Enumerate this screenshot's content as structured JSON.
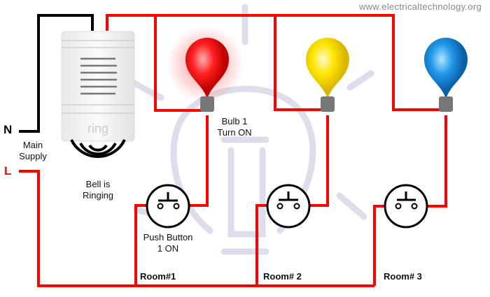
{
  "website": "www.electricaltechnology.org",
  "supply": {
    "neutral": "N",
    "live": "L",
    "label": "Main\nSupply"
  },
  "bell": {
    "brand": "ring",
    "status": "Bell is\nRinging"
  },
  "bulbs": [
    {
      "label": "Bulb 1\nTurn ON",
      "color": "#ff1a1a",
      "on": true
    },
    {
      "color": "#ffe600",
      "on": false
    },
    {
      "color": "#1e90e0",
      "on": false
    }
  ],
  "switches": [
    {
      "label": "Push Button\n1 ON"
    },
    {},
    {}
  ],
  "rooms": [
    "Room#1",
    "Room# 2",
    "Room# 3"
  ],
  "colors": {
    "live_wire": "#ff0000",
    "neutral_wire": "#000000",
    "watermark": "#dcdeec"
  }
}
